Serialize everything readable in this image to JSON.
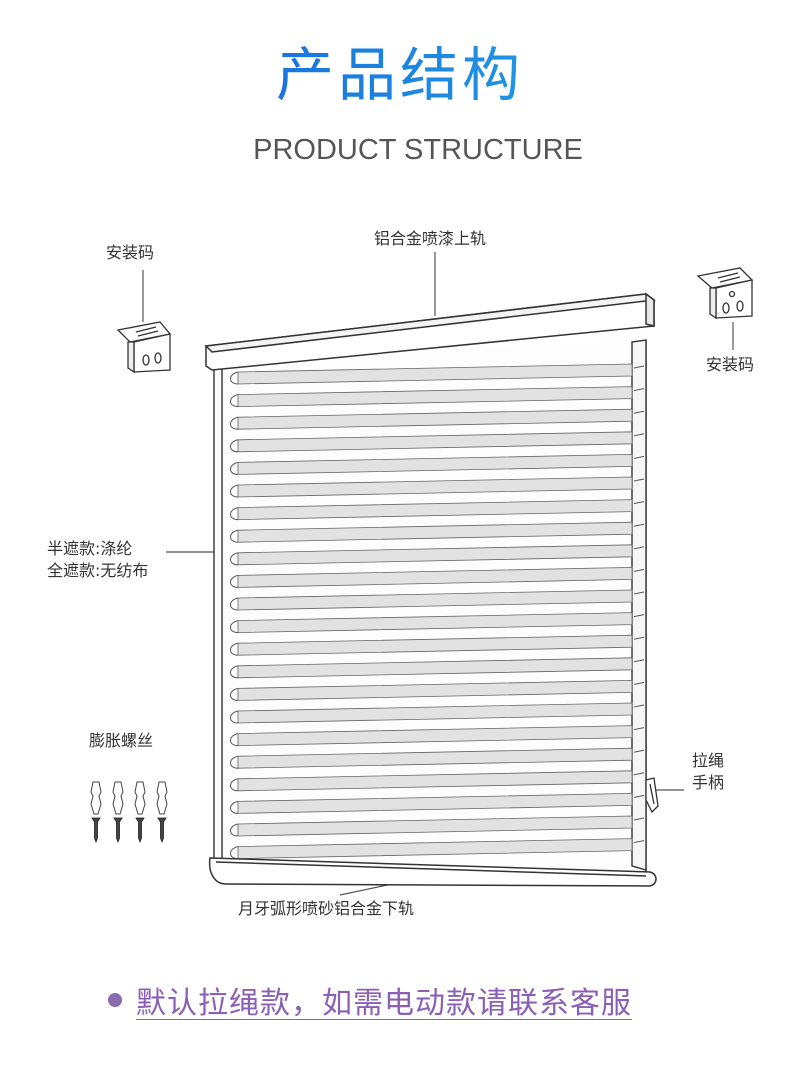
{
  "header": {
    "title_cn": "产品结构",
    "title_en": "PRODUCT STRUCTURE"
  },
  "labels": {
    "bracket_left": "安装码",
    "top_rail": "铝合金喷漆上轨",
    "bracket_right": "安装码",
    "fabric_line1": "半遮款:涤纶",
    "fabric_line2": "全遮款:无纺布",
    "screws": "膨胀螺丝",
    "handle_line1": "拉绳",
    "handle_line2": "手柄",
    "bottom_rail": "月牙弧形喷砂铝合金下轨"
  },
  "footer": {
    "note": "默认拉绳款，如需电动款请联系客服"
  },
  "colors": {
    "title_gradient_start": "#1d4fd8",
    "title_gradient_end": "#2fb8e8",
    "footer_text": "#8a5fb5",
    "footer_dot": "#8a6bb0"
  }
}
